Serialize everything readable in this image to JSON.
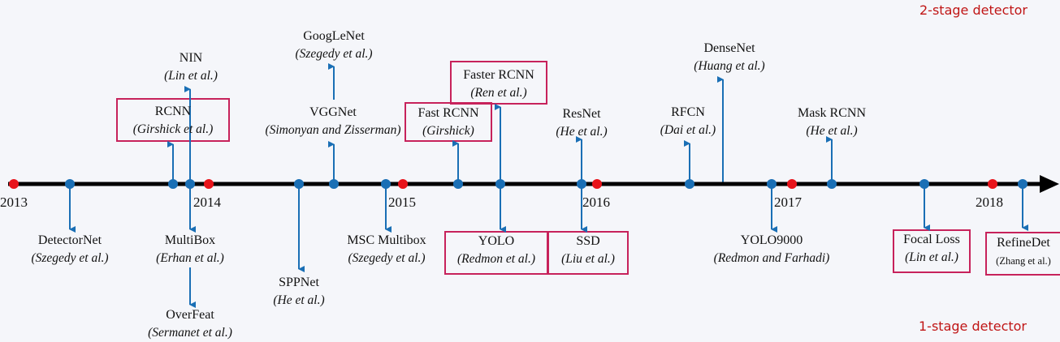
{
  "legend": {
    "two_stage": "2-stage detector",
    "one_stage": "1-stage detector"
  },
  "colors": {
    "axis": "#000000",
    "year_marker": "#e8141b",
    "milestone_marker": "#1a6fb5",
    "arrow": "#1a6fb5",
    "highlight_box": "#c7225b"
  },
  "years": [
    "2013",
    "2014",
    "2015",
    "2016",
    "2017",
    "2018"
  ],
  "milestones": {
    "detectornet": {
      "name": "DetectorNet",
      "authors": "(Szegedy et al.)"
    },
    "rcnn": {
      "name": "RCNN",
      "authors": "(Girshick et al.)"
    },
    "nin": {
      "name": "NIN",
      "authors": "(Lin et al.)"
    },
    "multibox": {
      "name": "MultiBox",
      "authors": "(Erhan et al.)"
    },
    "overfeat": {
      "name": "OverFeat",
      "authors": "(Sermanet et al.)"
    },
    "sppnet": {
      "name": "SPPNet",
      "authors": "(He et al.)"
    },
    "vggnet": {
      "name": "VGGNet",
      "authors": "(Simonyan and Zisserman)"
    },
    "googlenet": {
      "name": "GoogLeNet",
      "authors": "(Szegedy et al.)"
    },
    "msc_multibox": {
      "name": "MSC Multibox",
      "authors": "(Szegedy et al.)"
    },
    "fast_rcnn": {
      "name": "Fast RCNN",
      "authors": "(Girshick)"
    },
    "faster_rcnn": {
      "name": "Faster RCNN",
      "authors": "(Ren et al.)"
    },
    "yolo": {
      "name": "YOLO",
      "authors": "(Redmon et al.)"
    },
    "resnet": {
      "name": "ResNet",
      "authors": "(He et al.)"
    },
    "ssd": {
      "name": "SSD",
      "authors": "(Liu et al.)"
    },
    "rfcn": {
      "name": "RFCN",
      "authors": "(Dai et al.)"
    },
    "densenet": {
      "name": "DenseNet",
      "authors": "(Huang et al.)"
    },
    "yolo9000": {
      "name": "YOLO9000",
      "authors": "(Redmon and Farhadi)"
    },
    "mask_rcnn": {
      "name": "Mask RCNN",
      "authors": "(He et al.)"
    },
    "focal_loss": {
      "name": "Focal Loss",
      "authors": "(Lin et al.)"
    },
    "refinedet": {
      "name": "RefineDet",
      "authors": "(Zhang et al.)"
    }
  }
}
